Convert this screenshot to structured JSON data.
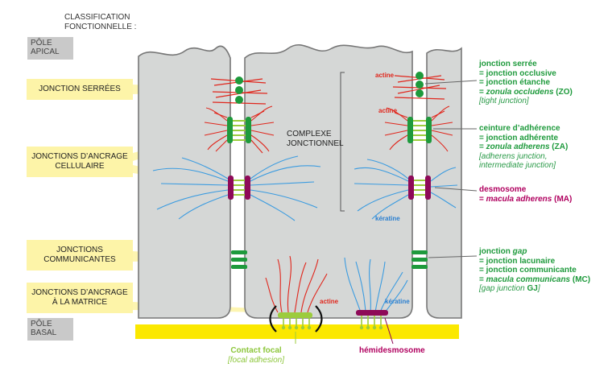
{
  "header": {
    "line1": "CLASSIFICATION",
    "line2": "FONCTIONNELLE :"
  },
  "poles": {
    "apical_1": "PÔLE",
    "apical_2": "APICAL",
    "basal_1": "PÔLE",
    "basal_2": "BASAL"
  },
  "left_labels": {
    "serrees": "JONCTION SERRÉES",
    "ancrage_cell_1": "JONCTIONS D’ANCRAGE",
    "ancrage_cell_2": "CELLULAIRE",
    "communicantes_1": "JONCTIONS",
    "communicantes_2": "COMMUNICANTES",
    "ancrage_matrice_1": "JONCTIONS D’ANCRAGE",
    "ancrage_matrice_2": "À LA MATRICE"
  },
  "center": {
    "complexe_1": "COMPLEXE",
    "complexe_2": "JONCTIONNEL"
  },
  "small_labels": {
    "actine": "actine",
    "keratine": "kératine"
  },
  "right": {
    "serree": {
      "l1": "jonction serrée",
      "l2": "= jonction occlusive",
      "l3": "= jonction étanche",
      "l4_prefix": "= ",
      "l4_term": "zonula occludens",
      "l4_abbr": " (ZO)",
      "l5": "[tight junction]"
    },
    "ceinture": {
      "l1": "ceinture d’adhérence",
      "l2": "= jonction adhérente",
      "l3_prefix": "= ",
      "l3_term": "zonula adherens",
      "l3_abbr": " (ZA)",
      "l4": "[adherens junction,",
      "l5": "intermediate junction]"
    },
    "desmosome": {
      "l1": "desmosome",
      "l2_prefix": "= ",
      "l2_term": "macula adherens",
      "l2_abbr": " (MA)"
    },
    "gap": {
      "l1_prefix": "jonction ",
      "l1_term": "gap",
      "l2": "= jonction lacunaire",
      "l3": "= jonction communicante",
      "l4_prefix": "= ",
      "l4_term": "macula communicans",
      "l4_abbr": " (MC)",
      "l5_prefix": "[gap junction ",
      "l5_abbr": "GJ",
      "l5_suffix": "]"
    }
  },
  "bottom": {
    "contact_focal": "Contact focal",
    "focal_adhesion": "[focal adhesion]",
    "hemidesmosome": "hémidesmosome"
  },
  "colors": {
    "cell": "#d5d7d6",
    "membrane": "#777777",
    "green_junction": "#1e9a3c",
    "light_green": "#9ccc3c",
    "magenta": "#b0005f",
    "actin_red": "#e0261c",
    "keratin_blue": "#3a9be0",
    "basal_yellow": "#fbe800",
    "label_yellow": "#fdf4a8"
  }
}
